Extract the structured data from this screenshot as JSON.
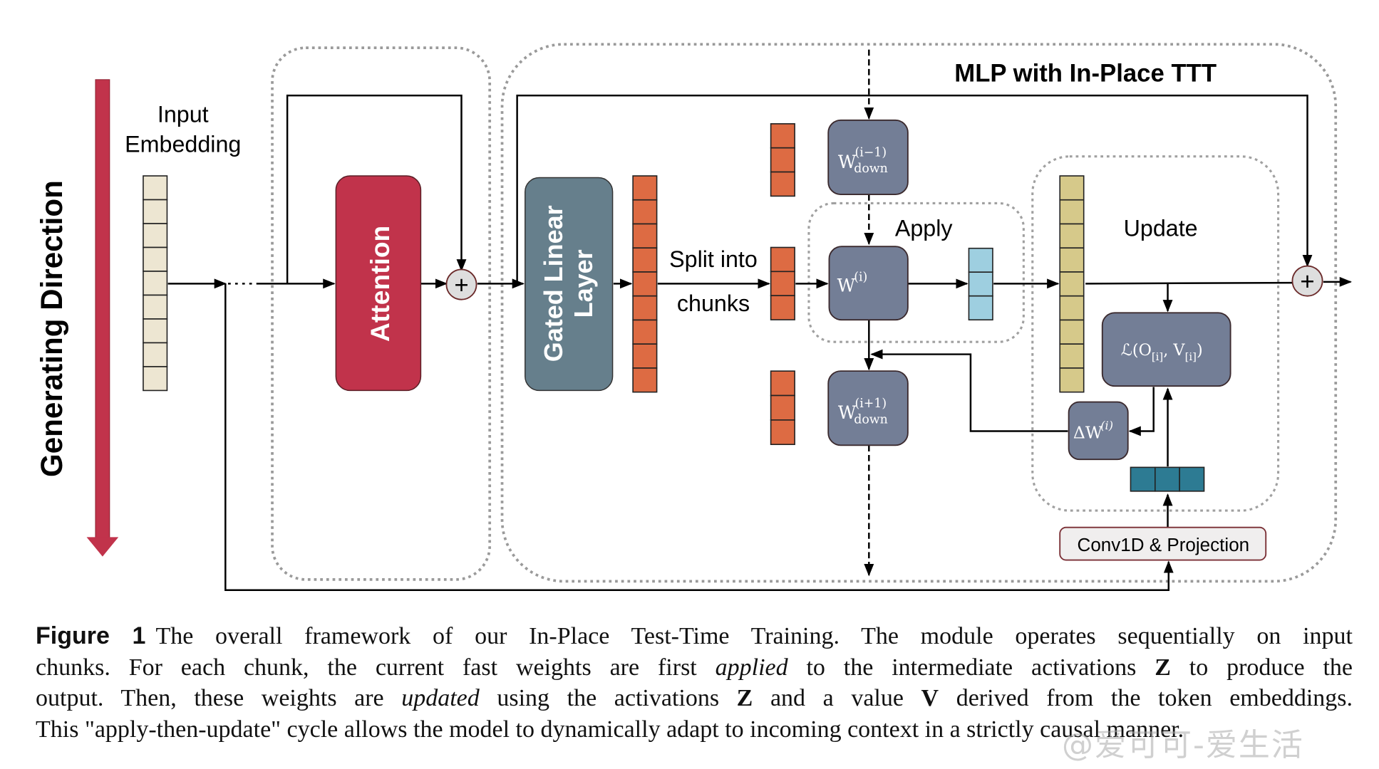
{
  "figure": {
    "side_label": "Generating Direction",
    "input_label_line1": "Input",
    "input_label_line2": "Embedding",
    "attention_label": "Attention",
    "gated_label_line1": "Gated Linear",
    "gated_label_line2": "Layer",
    "split_label_line1": "Split into",
    "split_label_line2": "chunks",
    "mlp_title": "MLP with In-Place TTT",
    "apply_label": "Apply",
    "update_label": "Update",
    "w_prev": {
      "base": "W",
      "sup": "(i−1)",
      "sub": "down"
    },
    "w_curr": {
      "base": "W",
      "sup": "(i)"
    },
    "w_next": {
      "base": "W",
      "sup": "(i+1)",
      "sub": "down"
    },
    "loss_label": "ℒ(O",
    "loss_sub1": "[i]",
    "loss_mid": ", V",
    "loss_sub2": "[i]",
    "loss_end": ")",
    "delta_w": {
      "base": "ΔW",
      "sup": "(i)"
    },
    "conv_label": "Conv1D & Projection",
    "plus_symbol": "+",
    "colors": {
      "attention": "#c1334b",
      "gated": "#667f8c",
      "weight_box": "#737e96",
      "input_cells": "#ede6d2",
      "orange_cells": "#dd6b43",
      "blue_cells": "#9ecfe0",
      "tan_cells": "#d6c98a",
      "teal_cells": "#2d7b93",
      "dotted": "#9a9a9a",
      "arrow_red": "#c1334b"
    }
  },
  "caption": {
    "label": "Figure 1",
    "line1": "The overall framework of our In-Place Test-Time Training.  The module operates sequentially on input",
    "line2_a": "chunks. For each chunk, the current fast weights are first ",
    "line2_i": "applied",
    "line2_b": " to the intermediate activations ",
    "line2_z": "Z",
    "line2_c": " to produce the",
    "line3_a": "output. Then, these weights are ",
    "line3_i": "updated",
    "line3_b": " using the activations ",
    "line3_z": "Z",
    "line3_c": " and a value ",
    "line3_v": "V",
    "line3_d": " derived from the token embeddings.",
    "line4": "This \"apply-then-update\" cycle allows the model to dynamically adapt to incoming context in a strictly causal manner."
  },
  "watermark": "@爱可可-爱生活"
}
